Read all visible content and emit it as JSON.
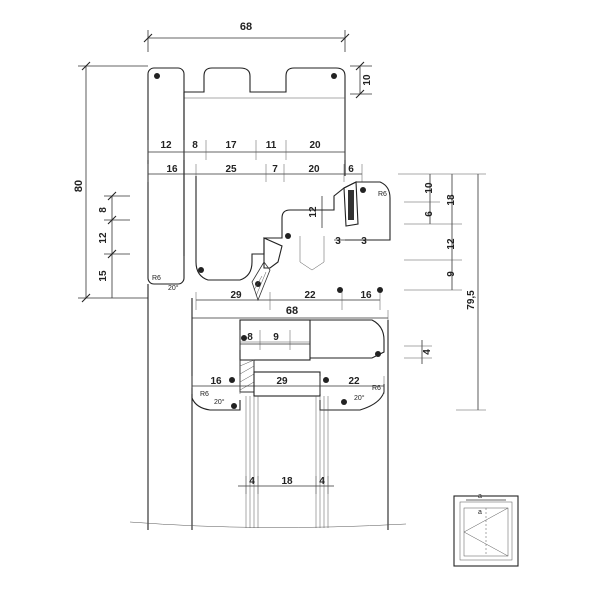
{
  "dimensions": {
    "top_width": "68",
    "top_right_height": "10",
    "left_total_height": "80",
    "row1": [
      "12",
      "8",
      "17",
      "11",
      "20"
    ],
    "row2": [
      "16",
      "25",
      "7",
      "20",
      "6"
    ],
    "left_stack": [
      "8",
      "12",
      "15"
    ],
    "right_inner": [
      "10",
      "6",
      "18",
      "12",
      "9"
    ],
    "right_total_height": "79,5",
    "center_12": "12",
    "center_3a": "3",
    "center_3b": "3",
    "sash_row": [
      "29",
      "22",
      "16"
    ],
    "mid_width": "68",
    "small_8": "8",
    "small_9": "9",
    "right_4": "4",
    "bottom_row": [
      "16",
      "29",
      "22"
    ],
    "glass_left": "4",
    "glass_mid": "18",
    "glass_right": "4"
  },
  "annotations": {
    "radius_r6_a": "R6",
    "radius_r6_b": "R6",
    "radius_r6_c": "R6",
    "radius_r6_d": "R6",
    "angle_20_a": "20°",
    "angle_20_b": "20°",
    "angle_20_c": "20°"
  },
  "legend": {
    "label_a_top": "a",
    "label_a_bottom": "a"
  }
}
